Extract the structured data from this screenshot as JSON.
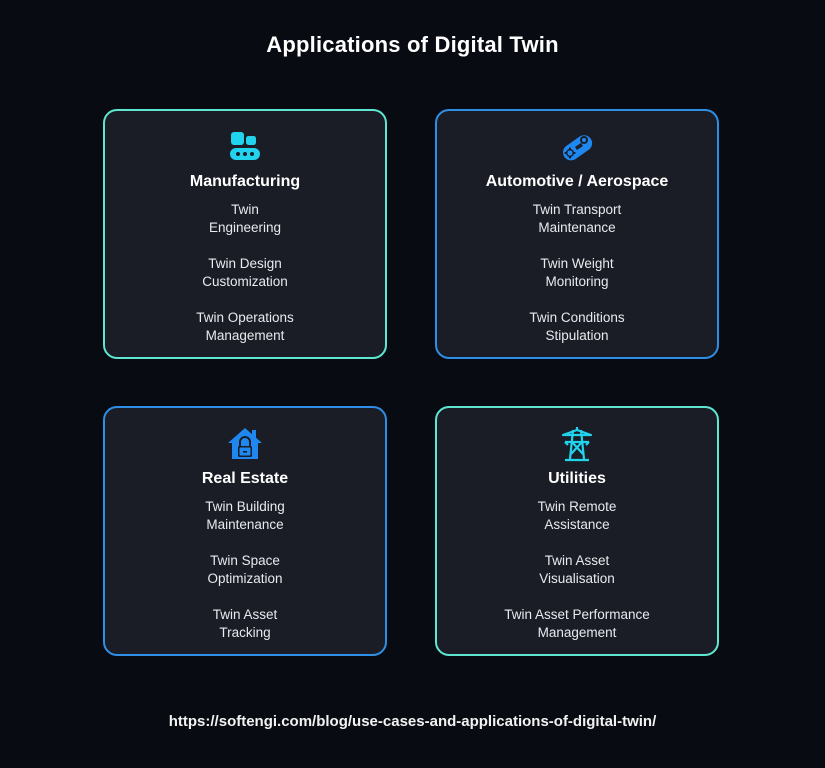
{
  "title": "Applications of Digital Twin",
  "colors": {
    "background": "#090b12",
    "card_background": "#1a1d25",
    "teal": "#5ee6d0",
    "blue": "#2f8fe6",
    "icon_cyan": "#22d3ee",
    "icon_blue": "#1e88f0"
  },
  "cards": [
    {
      "title": "Manufacturing",
      "icon": "conveyor-belt-icon",
      "border": "teal",
      "items": [
        "Twin\nEngineering",
        "Twin Design\nCustomization",
        "Twin Operations\nManagement"
      ]
    },
    {
      "title": "Automotive / Aerospace",
      "icon": "gear-belt-icon",
      "border": "blue",
      "items": [
        "Twin Transport\nMaintenance",
        "Twin Weight\nMonitoring",
        "Twin Conditions\nStipulation"
      ]
    },
    {
      "title": "Real Estate",
      "icon": "house-lock-icon",
      "border": "blue",
      "items": [
        "Twin Building\nMaintenance",
        "Twin Space\nOptimization",
        "Twin Asset\nTracking"
      ]
    },
    {
      "title": "Utilities",
      "icon": "power-tower-icon",
      "border": "teal",
      "items": [
        "Twin Remote\nAssistance",
        "Twin Asset\nVisualisation",
        "Twin Asset Performance\nManagement"
      ]
    }
  ],
  "source_url": "https://softengi.com/blog/use-cases-and-applications-of-digital-twin/"
}
